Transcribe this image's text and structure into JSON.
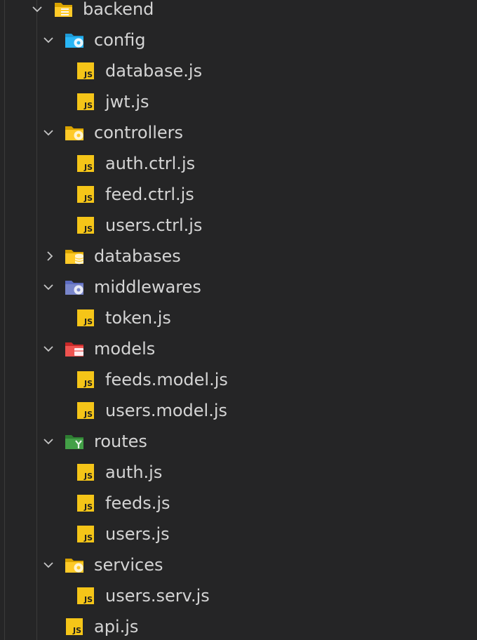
{
  "explorer": {
    "root": {
      "label": "backend",
      "expanded": true,
      "icon": "folder-open-icon"
    },
    "items": [
      {
        "label": "config",
        "type": "folder",
        "expanded": true,
        "icon": "folder-config-icon",
        "color": "#29b6f6"
      },
      {
        "label": "database.js",
        "type": "file",
        "icon": "js-file-icon"
      },
      {
        "label": "jwt.js",
        "type": "file",
        "icon": "js-file-icon"
      },
      {
        "label": "controllers",
        "type": "folder",
        "expanded": true,
        "icon": "folder-controllers-icon",
        "color": "#ffca28"
      },
      {
        "label": "auth.ctrl.js",
        "type": "file",
        "icon": "js-file-icon"
      },
      {
        "label": "feed.ctrl.js",
        "type": "file",
        "icon": "js-file-icon"
      },
      {
        "label": "users.ctrl.js",
        "type": "file",
        "icon": "js-file-icon"
      },
      {
        "label": "databases",
        "type": "folder",
        "expanded": false,
        "icon": "folder-database-icon",
        "color": "#ffca28"
      },
      {
        "label": "middlewares",
        "type": "folder",
        "expanded": true,
        "icon": "folder-middleware-icon",
        "color": "#7986cb"
      },
      {
        "label": "token.js",
        "type": "file",
        "icon": "js-file-icon"
      },
      {
        "label": "models",
        "type": "folder",
        "expanded": true,
        "icon": "folder-models-icon",
        "color": "#ef5350"
      },
      {
        "label": "feeds.model.js",
        "type": "file",
        "icon": "js-file-icon"
      },
      {
        "label": "users.model.js",
        "type": "file",
        "icon": "js-file-icon"
      },
      {
        "label": "routes",
        "type": "folder",
        "expanded": true,
        "icon": "folder-routes-icon",
        "color": "#43a047"
      },
      {
        "label": "auth.js",
        "type": "file",
        "icon": "js-file-icon"
      },
      {
        "label": "feeds.js",
        "type": "file",
        "icon": "js-file-icon"
      },
      {
        "label": "users.js",
        "type": "file",
        "icon": "js-file-icon"
      },
      {
        "label": "services",
        "type": "folder",
        "expanded": true,
        "icon": "folder-services-icon",
        "color": "#ffca28"
      },
      {
        "label": "users.serv.js",
        "type": "file",
        "icon": "js-file-icon"
      },
      {
        "label": "api.js",
        "type": "file",
        "icon": "js-file-icon"
      }
    ],
    "js_badge": "JS",
    "colors": {
      "background": "#252526",
      "text": "#d4d4d4",
      "chevron": "#c5c5c5",
      "js_icon": "#f5c518",
      "indent_guide": "#3a3a3a"
    }
  }
}
